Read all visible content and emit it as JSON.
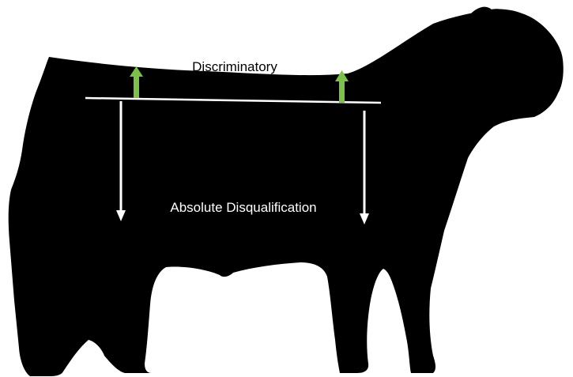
{
  "diagram": {
    "labels": {
      "top": "Discriminatory",
      "bottom": "Absolute Disqualification"
    },
    "colors": {
      "silhouette": "#000000",
      "background": "#ffffff",
      "line": "#ffffff",
      "up_arrow": "#7cc24a",
      "down_arrow": "#ffffff",
      "top_label": "#000000",
      "bottom_label": "#ffffff"
    },
    "arrows": {
      "up": [
        {
          "id": "front-up",
          "direction": "up"
        },
        {
          "id": "rear-up",
          "direction": "up"
        }
      ],
      "down": [
        {
          "id": "front-down",
          "direction": "down"
        },
        {
          "id": "rear-down",
          "direction": "down"
        }
      ]
    }
  }
}
